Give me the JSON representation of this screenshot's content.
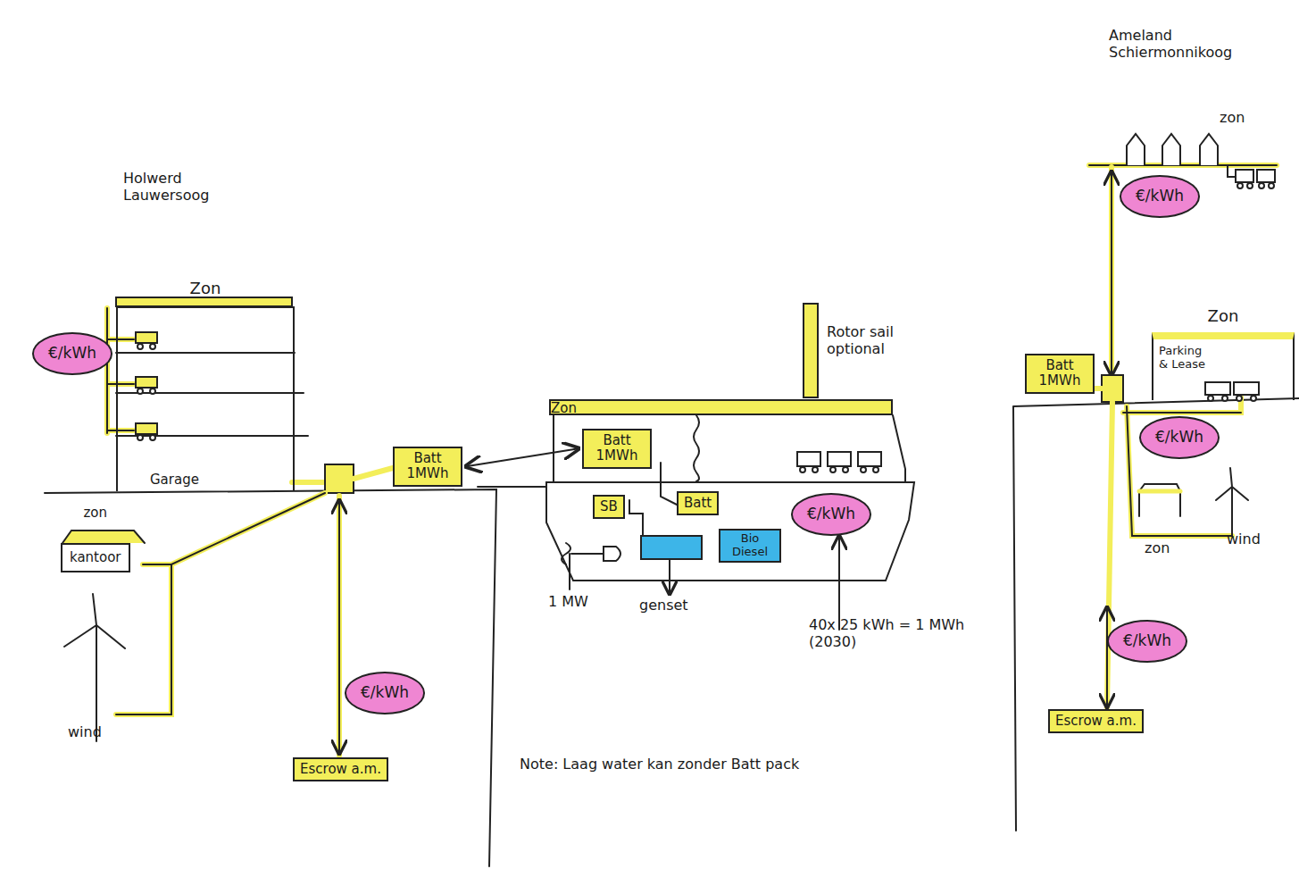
{
  "diagram": {
    "nodes": [
      {
        "text": [
          "Zon",
          "Garage"
        ]
      },
      {
        "text": [
          "€/kWh"
        ]
      },
      {
        "text": [
          "zon",
          "kantoor"
        ]
      },
      {
        "text": [
          "Escrow a.m."
        ]
      },
      {
        "text": [
          "€/kWh"
        ]
      },
      {
        "text": [
          "Batt 1MWh"
        ]
      },
      {
        "text": [
          "Zon"
        ]
      },
      {
        "text": [
          "Batt 1MWh"
        ]
      },
      {
        "text": [
          "SB"
        ]
      },
      {
        "text": [
          "Batt"
        ]
      },
      {
        "text": [
          "Bio Diesel"
        ]
      },
      {
        "text": [
          "€/kWh"
        ]
      },
      {
        "text": [
          "Escrow a.m."
        ]
      },
      {
        "text": [
          "€/kWh"
        ]
      },
      {
        "text": [
          "Batt 1MWh"
        ]
      },
      {
        "text": [
          "Zon",
          "Parking & Lease"
        ]
      },
      {
        "text": [
          "€/kWh"
        ]
      },
      {
        "text": [
          "€/kWh"
        ]
      }
    ],
    "edges": [
      {
        "from": 5,
        "to": 7,
        "arrow": "both"
      }
    ],
    "labels": [
      "Holwerd Lauwersoog",
      "wind",
      "Rotor sail optional",
      "1 MW",
      "genset",
      "40x 25 kWh = 1 MWh (2030)",
      "Note: Laag water kan zonder Batt pack",
      "Ameland Schiermonnikoog",
      "zon",
      "zon",
      "wind"
    ]
  }
}
